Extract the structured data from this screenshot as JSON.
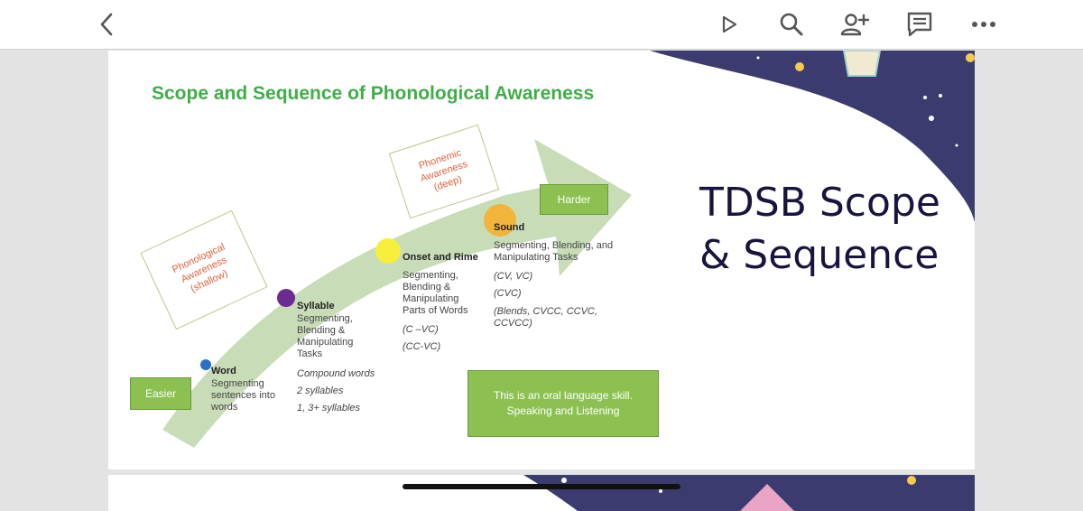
{
  "toolbar": {
    "back_icon": "chevron-left-icon",
    "present_icon": "play-icon",
    "search_icon": "search-icon",
    "share_icon": "add-person-icon",
    "comment_icon": "comment-icon",
    "more_icon": "more-icon"
  },
  "slide": {
    "title": "TDSB Scope",
    "title_line2": "& Sequence",
    "diagram": {
      "heading": "Scope and Sequence of Phonological Awareness",
      "easier": "Easier",
      "harder": "Harder",
      "phonological": [
        "Phonological",
        "Awareness",
        "(shallow)"
      ],
      "phonemic": [
        "Phonemic",
        "Awareness",
        "(deep)"
      ],
      "word": {
        "title": "Word",
        "desc": [
          "Segmenting",
          "sentences into",
          "words"
        ]
      },
      "syllable": {
        "title": "Syllable",
        "desc": [
          "Segmenting,",
          "Blending &",
          "Manipulating",
          "Tasks"
        ],
        "examples": [
          "Compound words",
          "2 syllables",
          "1, 3+ syllables"
        ]
      },
      "onset": {
        "title": "Onset and Rime",
        "desc": [
          "Segmenting,",
          "Blending &",
          "Manipulating",
          "Parts of Words"
        ],
        "examples": [
          "(C –VC)",
          "(CC-VC)"
        ]
      },
      "sound": {
        "title": "Sound",
        "desc": [
          "Segmenting, Blending, and",
          "Manipulating Tasks"
        ],
        "examples": [
          "(CV, VC)",
          "(CVC)",
          "(Blends, CVCC, CCVC,",
          "CCVCC)"
        ]
      },
      "oral": [
        "This is an oral language skill.",
        "Speaking and Listening"
      ]
    }
  },
  "colors": {
    "navy": "#3c3b70",
    "green": "#8cc152",
    "title_green": "#3fae49",
    "text_dark": "#17153f"
  }
}
